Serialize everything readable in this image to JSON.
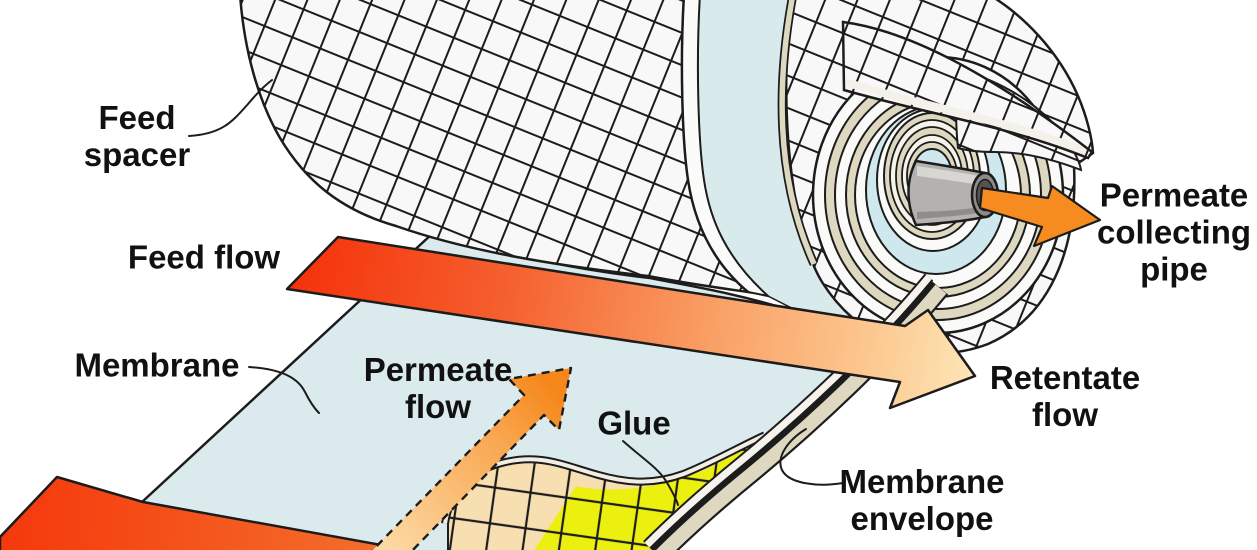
{
  "diagram": {
    "subject": "Spiral-wound membrane module",
    "labels": {
      "feed_spacer": "Feed\nspacer",
      "feed_flow": "Feed flow",
      "membrane": "Membrane",
      "permeate_flow": "Permeate\nflow",
      "glue": "Glue",
      "permeate_collecting_pipe": "Permeate\ncollecting\npipe",
      "retentate_flow": "Retentate\nflow",
      "membrane_envelope": "Membrane\nenvelope"
    },
    "colors": {
      "outline": "#1c1c1c",
      "sheet_blue": "#dbeaed",
      "gap_blue": "#d9eaed",
      "mesh_background": "#f8f8f8",
      "spacer_tan": "#ded8c0",
      "fold_tan": "#f7dfb2",
      "glue_yellow": "#ecf00e",
      "feed_red": "#f5380c",
      "retentate_cream": "#fde7b8",
      "permeate_orange": "#f68b1f",
      "pipe_gray": "#b4b1ae"
    }
  }
}
